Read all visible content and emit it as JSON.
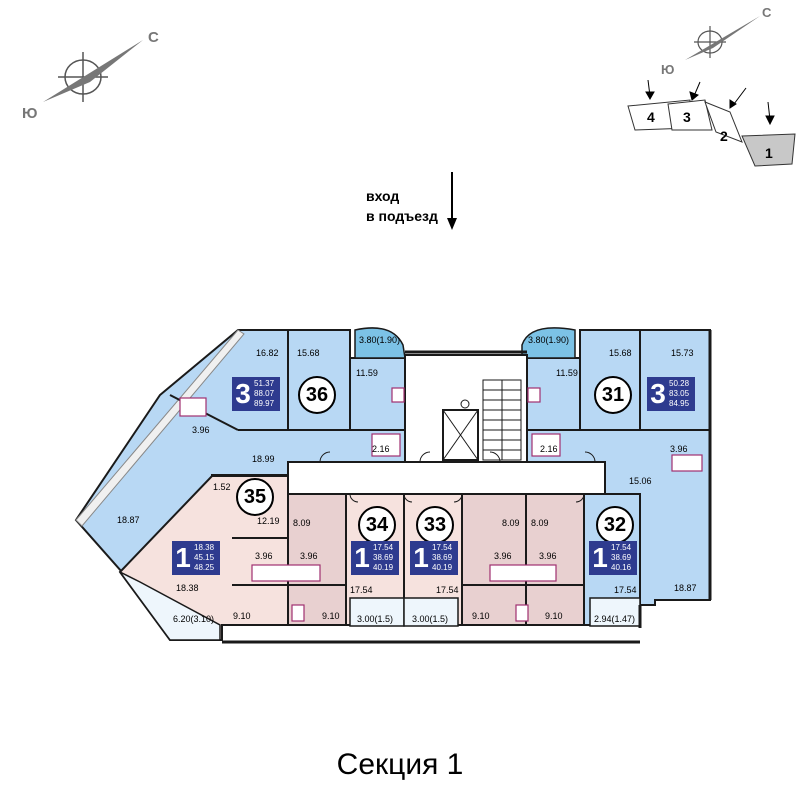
{
  "caption": "Секция 1",
  "entrance": {
    "line1": "вход",
    "line2": "в подъезд"
  },
  "compass": {
    "north": "С",
    "south": "Ю"
  },
  "key_plan": {
    "sections": [
      "4",
      "3",
      "2",
      "1"
    ],
    "highlighted": "1"
  },
  "colors": {
    "blue": "#b8d8f4",
    "pink": "#f6e2de",
    "pink_dark": "#e8d0d0",
    "wall": "#1a1a1a",
    "badge": "#2e3b8f"
  },
  "apartments": [
    {
      "number": "36",
      "rooms": "3",
      "areas": [
        "51.37",
        "88.07",
        "89.97"
      ]
    },
    {
      "number": "31",
      "rooms": "3",
      "areas": [
        "50.28",
        "83.05",
        "84.95"
      ]
    },
    {
      "number": "35",
      "rooms": "1",
      "areas": [
        "18.38",
        "45.15",
        "48.25"
      ]
    },
    {
      "number": "34",
      "rooms": "1",
      "areas": [
        "17.54",
        "38.69",
        "40.19"
      ]
    },
    {
      "number": "33",
      "rooms": "1",
      "areas": [
        "17.54",
        "38.69",
        "40.19"
      ]
    },
    {
      "number": "32",
      "rooms": "1",
      "areas": [
        "17.54",
        "38.69",
        "40.16"
      ]
    }
  ],
  "room_labels": [
    "16.82",
    "15.68",
    "3.80(1.90)",
    "11.59",
    "3.96",
    "18.99",
    "2.16",
    "18.87",
    "3.80(1.90)",
    "15.68",
    "15.73",
    "11.59",
    "3.96",
    "2.16",
    "15.06",
    "18.87",
    "1.52",
    "12.19",
    "18.38",
    "6.20(3.10)",
    "9.10",
    "8.09",
    "3.96",
    "3.96",
    "17.54",
    "9.10",
    "3.00(1.5)",
    "17.54",
    "3.00(1.5)",
    "3.96",
    "8.09",
    "9.10",
    "8.09",
    "3.96",
    "17.54",
    "9.10",
    "2.94(1.47)"
  ]
}
